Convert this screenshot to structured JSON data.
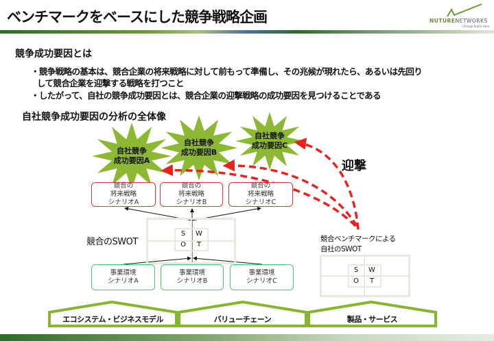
{
  "header": {
    "title": "ベンチマークをベースにした競争戦略企画",
    "logo_main": "NUTURE",
    "logo_sub": "NETWORKS",
    "logo_tag": "Change Starts Here"
  },
  "section": {
    "heading": "競争成功要因とは",
    "bullets": [
      "・競争戦略の基本は、競合企業の将来戦略に対して前もって準備し、その兆候が現れたら、あるいは先回り",
      "して競合企業を迎撃する戦略を打つこと",
      "・したがって、自社の競争成功要因とは、競合企業の迎撃戦略の成功要因を見つけることである"
    ]
  },
  "diagram": {
    "heading": "自社競争成功要因の分析の全体像",
    "stars": [
      "自社競争\n成功要因A",
      "自社競争\n成功要因B",
      "自社競争\n成功要因C"
    ],
    "competitor_strategies": [
      "競合の\n将来戦略\nシナリオA",
      "競合の\n将来戦略\nシナリオB",
      "競合の\n将来戦略\nシナリオC"
    ],
    "intercept_label": "迎撃",
    "competitor_swot_label": "競合のSWOT",
    "own_swot_label": "競合ベンチマークによる\n自社のSWOT",
    "swot": {
      "s": "S",
      "w": "W",
      "o": "O",
      "t": "T"
    },
    "environments": [
      "事業環境\nシナリオA",
      "事業環境\nシナリオB",
      "事業環境\nシナリオC"
    ],
    "foundations": [
      "エコシステム・ビジネスモデル",
      "バリューチェーン",
      "製品・サービス"
    ],
    "colors": {
      "star": "#8db833",
      "red": "#e8231f",
      "green": "#86b52e"
    }
  }
}
